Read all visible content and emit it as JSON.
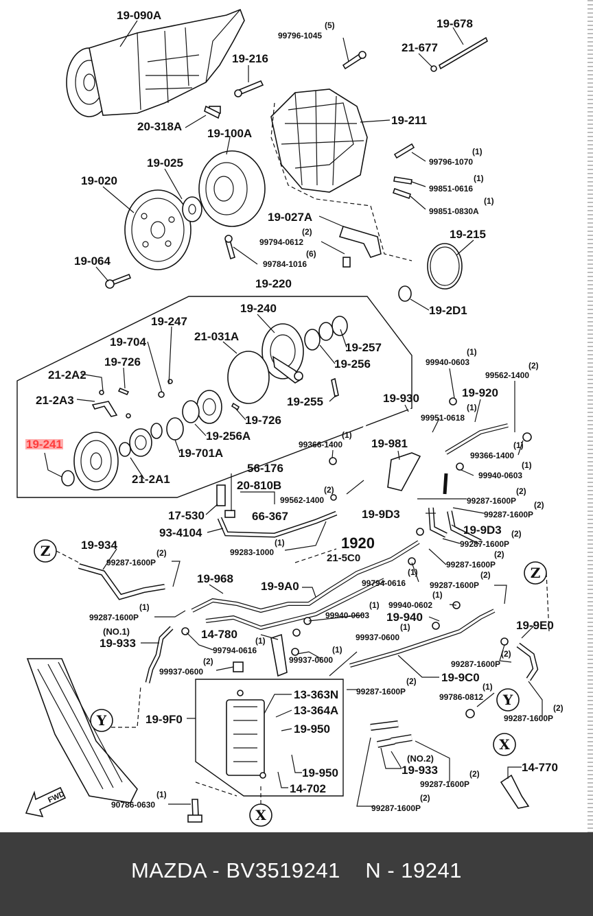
{
  "diagram": {
    "callouts": {
      "c19090A": "19-090A",
      "c99796_1045": "99796-1045",
      "c99796_1045_q": "(5)",
      "c19678": "19-678",
      "c21677": "21-677",
      "c19216": "19-216",
      "c20318A": "20-318A",
      "c19100A": "19-100A",
      "c19211": "19-211",
      "c99796_1070": "99796-1070",
      "c99796_1070_q": "(1)",
      "c99851_0616": "99851-0616",
      "c99851_0616_q": "(1)",
      "c99851_0830A": "99851-0830A",
      "c99851_0830A_q": "(1)",
      "c19025": "19-025",
      "c19020": "19-020",
      "c19027A": "19-027A",
      "c99794_0612": "99794-0612",
      "c99794_0612_q": "(2)",
      "c99784_1016": "99784-1016",
      "c99784_1016_q": "(6)",
      "c19215": "19-215",
      "c19064": "19-064",
      "c192D1": "19-2D1",
      "c19220": "19-220",
      "c19240": "19-240",
      "c19247": "19-247",
      "c21031A": "21-031A",
      "c19704": "19-704",
      "c19257": "19-257",
      "c19726a": "19-726",
      "c19256": "19-256",
      "c212A2": "21-2A2",
      "c212A3": "21-2A3",
      "c19255": "19-255",
      "c19726b": "19-726",
      "c19256A": "19-256A",
      "c19241": "19-241",
      "c19701A": "19-701A",
      "c212A1": "21-2A1",
      "c99940_0603a": "99940-0603",
      "c99940_0603a_q": "(1)",
      "c99562_1400a": "99562-1400",
      "c99562_1400a_q": "(2)",
      "c19930": "19-930",
      "c19920": "19-920",
      "c99951_0618": "99951-0618",
      "c99951_0618_q": "(1)",
      "c99366_1400a": "99366-1400",
      "c99366_1400a_q": "(1)",
      "c19981": "19-981",
      "c99366_1400b": "99366-1400",
      "c99366_1400b_q": "(1)",
      "c99940_0603b": "99940-0603",
      "c99940_0603b_q": "(1)",
      "c56176": "56-176",
      "c20810B": "20-810B",
      "c99562_1400b": "99562-1400",
      "c99562_1400b_q": "(2)",
      "c99287_1600Pa": "99287-1600P",
      "c99287_1600Pa_q": "(2)",
      "c99287_1600Pb": "99287-1600P",
      "c99287_1600Pb_q": "(2)",
      "c17530": "17-530",
      "c66367": "66-367",
      "c199D3a": "19-9D3",
      "c199D3b": "19-9D3",
      "c934104": "93-4104",
      "c99283_1000": "99283-1000",
      "c99283_1000_q": "(1)",
      "c1920": "1920",
      "c215C0": "21-5C0",
      "c99287_1600Pc": "99287-1600P",
      "c99287_1600Pc_q": "(2)",
      "c19934": "19-934",
      "c99287_1600Pd": "99287-1600P",
      "c99287_1600Pd_q": "(2)",
      "c99287_1600Pe": "99287-1600P",
      "c99287_1600Pe_q": "(2)",
      "c99794_0616a": "99794-0616",
      "c99794_0616a_q": "(1)",
      "c19968": "19-968",
      "c199A0": "19-9A0",
      "c99287_1600Pf": "99287-1600P",
      "c99287_1600Pf_q": "(2)",
      "c99287_1600Pg": "99287-1600P",
      "c99287_1600Pg_q": "(1)",
      "c99940_0603c": "99940-0603",
      "c99940_0603c_q": "(1)",
      "c99940_0602": "99940-0602",
      "c99940_0602_q": "(1)",
      "c19940": "19-940",
      "c99937_0600a": "99937-0600",
      "c99937_0600a_q": "(1)",
      "c199E0": "19-9E0",
      "c14780": "14-780",
      "c99794_0616b": "99794-0616",
      "c99794_0616b_q": "(1)",
      "c99937_0600b": "99937-0600",
      "c99937_0600b_q": "(1)",
      "cNO1": "(NO.1)",
      "c19933a": "19-933",
      "c99937_0600c": "99937-0600",
      "c99937_0600c_q": "(2)",
      "c99287_1600Ph": "99287-1600P",
      "c99287_1600Ph_q": "(2)",
      "c199C0": "19-9C0",
      "c99287_1600Pi": "99287-1600P",
      "c99287_1600Pi_q": "(2)",
      "c99786_0812": "99786-0812",
      "c99786_0812_q": "(1)",
      "c99287_1600Pj": "99287-1600P",
      "c99287_1600Pj_q": "(2)",
      "c199F0": "19-9F0",
      "c13363N": "13-363N",
      "c13364A": "13-364A",
      "c19950a": "19-950",
      "c19950b": "19-950",
      "c14702": "14-702",
      "cNO2": "(NO.2)",
      "c19933b": "19-933",
      "c99287_1600Pk": "99287-1600P",
      "c99287_1600Pk_q": "(2)",
      "c99287_1600Pl": "99287-1600P",
      "c99287_1600Pl_q": "(2)",
      "c14770": "14-770",
      "c90786_0630": "90786-0630",
      "c90786_0630_q": "(1)",
      "fwd": "FWD",
      "markZ": "Z",
      "markY": "Y",
      "markX": "X"
    },
    "highlight_color": "#ff3b3b"
  },
  "footer": {
    "text": "MAZDA - BV3519241    N - 19241"
  }
}
